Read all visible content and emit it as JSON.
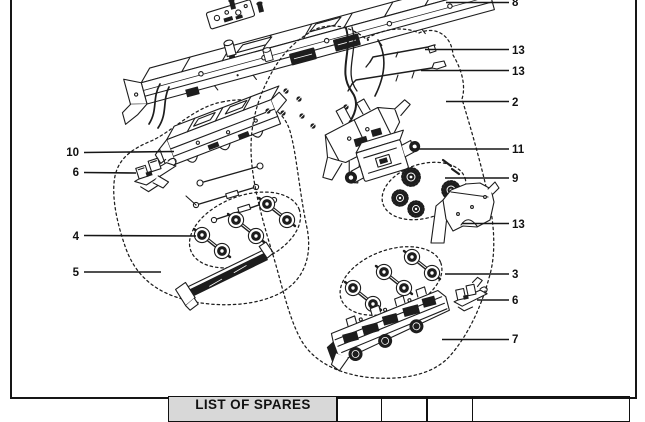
{
  "diagram": {
    "kind": "exploded-parts-service-sheet",
    "callouts": {
      "left": [
        {
          "label": "10",
          "points_to": "bogie-frame-assembly"
        },
        {
          "label": "6",
          "points_to": "coupling-assembly-left"
        },
        {
          "label": "4",
          "points_to": "wheelset-group-left"
        },
        {
          "label": "5",
          "points_to": "keeper-plate"
        }
      ],
      "right": [
        {
          "label": "8",
          "points_to": "chassis-frame"
        },
        {
          "label": "13",
          "points_to": "handrail-wire-upper"
        },
        {
          "label": "13",
          "points_to": "handrail-wire-lower"
        },
        {
          "label": "2",
          "points_to": "right-parts-group"
        },
        {
          "label": "11",
          "points_to": "motor"
        },
        {
          "label": "9",
          "points_to": "gear-set"
        },
        {
          "label": "13",
          "points_to": "chassis-side-frame"
        },
        {
          "label": "3",
          "points_to": "wheelset-group-right"
        },
        {
          "label": "6",
          "points_to": "coupling-assembly-right"
        },
        {
          "label": "7",
          "points_to": "motor-bogie-assembly"
        }
      ]
    }
  },
  "spares_table": {
    "title": "LIST OF SPARES",
    "empty_columns": 4
  },
  "colors": {
    "background": "#ffffff",
    "line": "#1d1d1d",
    "frame_border": "#161616",
    "table_header_bg": "#d8d8d8"
  }
}
